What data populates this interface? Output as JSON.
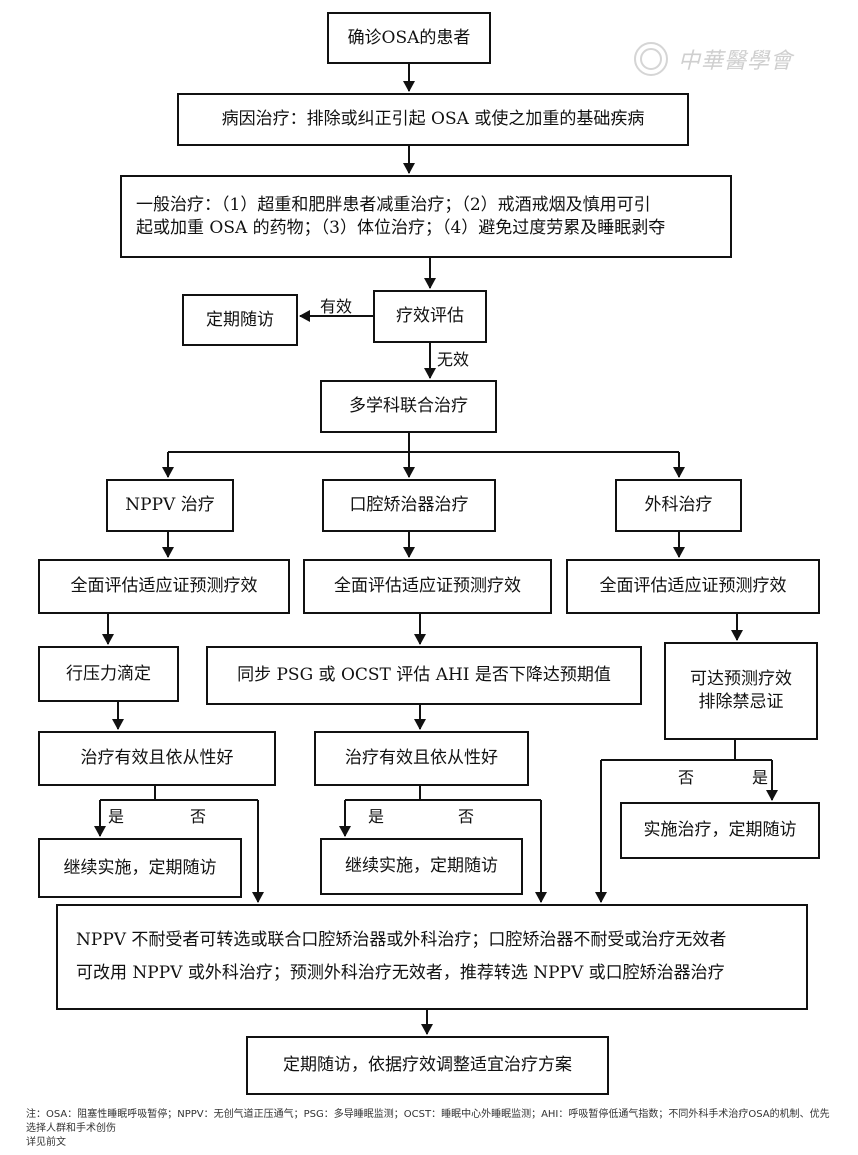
{
  "watermark": {
    "text": "中華醫學會",
    "icon": "seal-icon"
  },
  "nodes": {
    "diagnosis": "确诊OSA的患者",
    "etiology": "病因治疗：排除或纠正引起 OSA 或使之加重的基础疾病",
    "general_l1": "一般治疗：（1）超重和肥胖患者减重治疗；（2）戒酒戒烟及慎用可引",
    "general_l2": "起或加重 OSA 的药物；（3）体位治疗；（4）避免过度劳累及睡眠剥夺",
    "followup_effective": "定期随访",
    "efficacy_eval": "疗效评估",
    "multidisciplinary": "多学科联合治疗",
    "nppv": "NPPV 治疗",
    "oral": "口腔矫治器治疗",
    "surgery": "外科治疗",
    "assess_nppv": "全面评估适应证预测疗效",
    "assess_oral": "全面评估适应证预测疗效",
    "assess_surgery": "全面评估适应证预测疗效",
    "titration": "行压力滴定",
    "psg": "同步 PSG 或 OCST 评估 AHI 是否下降达预期值",
    "surgery_check_l1": "可达预测疗效",
    "surgery_check_l2": "排除禁忌证",
    "adherence_nppv": "治疗有效且依从性好",
    "adherence_oral": "治疗有效且依从性好",
    "continue_nppv": "继续实施，定期随访",
    "continue_oral": "继续实施，定期随访",
    "implement_surgery": "实施治疗，定期随访",
    "alternative_l1": "NPPV 不耐受者可转选或联合口腔矫治器或外科治疗；口腔矫治器不耐受或治疗无效者",
    "alternative_l2": "可改用 NPPV 或外科治疗；预测外科治疗无效者，推荐转选 NPPV 或口腔矫治器治疗",
    "final": "定期随访，依据疗效调整适宜治疗方案"
  },
  "labels": {
    "effective": "有效",
    "ineffective": "无效",
    "yes_nppv": "是",
    "no_nppv": "否",
    "yes_oral": "是",
    "no_oral": "否",
    "no_surgery": "否",
    "yes_surgery": "是"
  },
  "footnote": {
    "line1": "注：OSA：阻塞性睡眠呼吸暂停；NPPV：无创气道正压通气；PSG：多导睡眠监测；OCST：睡眠中心外睡眠监测；AHI：呼吸暂停低通气指数；不同外科手术治疗OSA的机制、优先选择人群和手术创伤",
    "line2": "详见前文"
  }
}
